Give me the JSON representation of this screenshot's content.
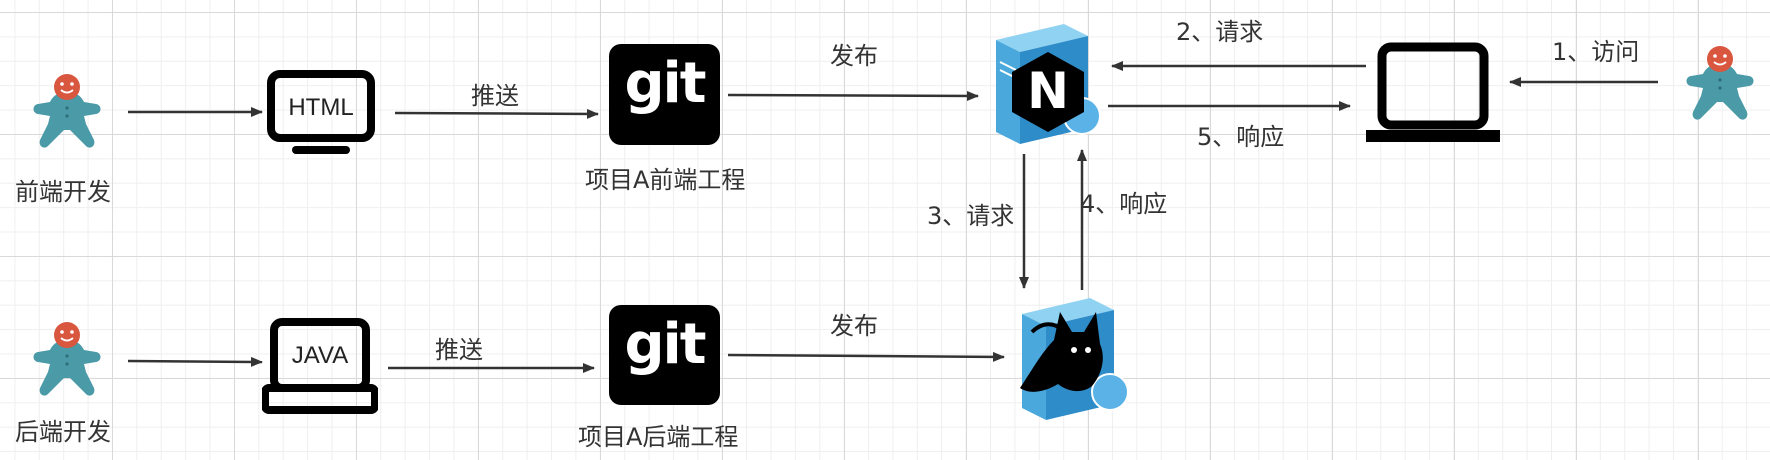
{
  "actors": {
    "frontend_dev": {
      "label": "前端开发"
    },
    "backend_dev": {
      "label": "后端开发"
    },
    "user": {
      "label": ""
    }
  },
  "devices": {
    "html_monitor": {
      "text": "HTML"
    },
    "java_laptop": {
      "text": "JAVA"
    }
  },
  "repos": {
    "frontend_repo": {
      "logo_text": "git",
      "label": "项目A前端工程"
    },
    "backend_repo": {
      "logo_text": "git",
      "label": "项目A后端工程"
    }
  },
  "servers": {
    "nginx": {
      "icon": "nginx-server-icon",
      "logo_letter": "N"
    },
    "tomcat": {
      "icon": "tomcat-server-icon"
    }
  },
  "edges": {
    "frontend_push": "推送",
    "frontend_publish": "发布",
    "backend_push": "推送",
    "backend_publish": "发布",
    "step1": "1、访问",
    "step2": "2、请求",
    "step3": "3、请求",
    "step4": "4、响应",
    "step5": "5、响应"
  },
  "colors": {
    "actor_body": "#4a9aa8",
    "actor_head": "#d9573f",
    "server_blue": "#3d9fd8",
    "arrow": "#333333"
  }
}
